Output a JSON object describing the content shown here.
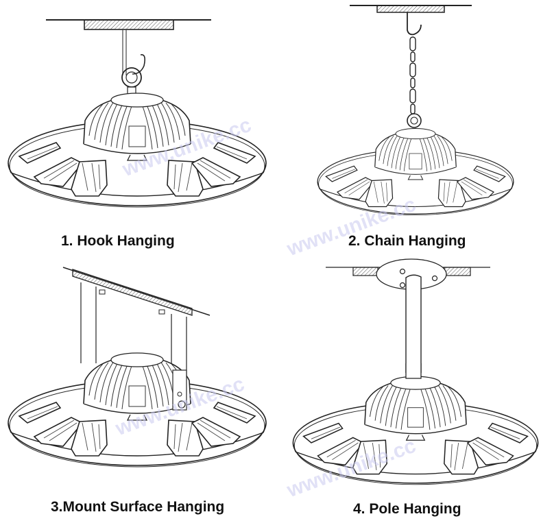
{
  "diagram": {
    "panels": [
      {
        "id": "hook",
        "label": "1. Hook Hanging",
        "mount": "eye-bolt hook from ceiling plate"
      },
      {
        "id": "chain",
        "label": "2. Chain Hanging",
        "mount": "J-hook and chain from ceiling plate"
      },
      {
        "id": "surface",
        "label": "3.Mount Surface Hanging",
        "mount": "U-bracket bolted to sloped ceiling"
      },
      {
        "id": "pole",
        "label": "4. Pole Hanging",
        "mount": "rigid pole with round ceiling flange"
      }
    ],
    "watermark": "www.unike.cc",
    "colors": {
      "line": "#222222",
      "hatch": "#555555",
      "watermark": "#c9c9f0",
      "label": "#111111"
    }
  }
}
